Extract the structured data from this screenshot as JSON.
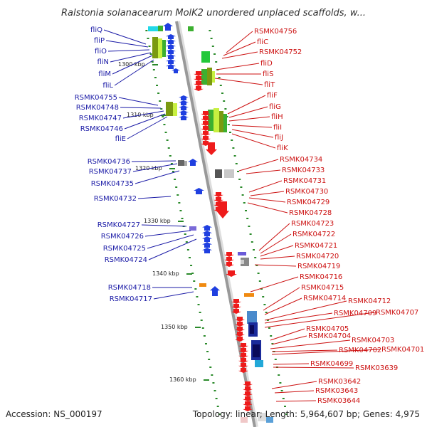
{
  "title": "Ralstonia solanacearum MolK2 unordered unplaced scaffolds, w...",
  "footer": {
    "accession": "Accession: NS_000197",
    "topology": "Topology: linear; Length: 5,964,607 bp; Genes: 4,975"
  },
  "colors": {
    "left_label": "#1a1aa6",
    "right_label": "#cc1111",
    "axis": "#999999",
    "tick": "#2a8a2a"
  },
  "scale_labels": [
    "1300 kbp",
    "1310 kbp",
    "1320 kbp",
    "1330 kbp",
    "1340 kbp",
    "1350 kbp",
    "1360 kbp"
  ],
  "left_labels": [
    "fliQ",
    "fliP",
    "fliO",
    "fliN",
    "fliM",
    "fliL",
    "RSMK04755",
    "RSMK04748",
    "RSMK04747",
    "RSMK04746",
    "fliE",
    "RSMK04736",
    "RSMK04737",
    "RSMK04735",
    "RSMK04732",
    "RSMK04727",
    "RSMK04726",
    "RSMK04725",
    "RSMK04724",
    "RSMK04718",
    "RSMK04717"
  ],
  "right_labels": [
    "RSMK04756",
    "fliC",
    "RSMK04752",
    "fliD",
    "fliS",
    "fliT",
    "fliF",
    "fliG",
    "fliH",
    "fliI",
    "fliJ",
    "fliK",
    "RSMK04734",
    "RSMK04733",
    "RSMK04731",
    "RSMK04730",
    "RSMK04729",
    "RSMK04728",
    "RSMK04723",
    "RSMK04722",
    "RSMK04721",
    "RSMK04720",
    "RSMK04719",
    "RSMK04716",
    "RSMK04715",
    "RSMK04714",
    "RSMK04712",
    "RSMK04709",
    "RSMK04707",
    "RSMK04705",
    "RSMK04704",
    "RSMK04703",
    "RSMK04702",
    "RSMK04701",
    "RSMK04699",
    "RSMK03639",
    "RSMK03642",
    "RSMK03643",
    "RSMK03644"
  ]
}
